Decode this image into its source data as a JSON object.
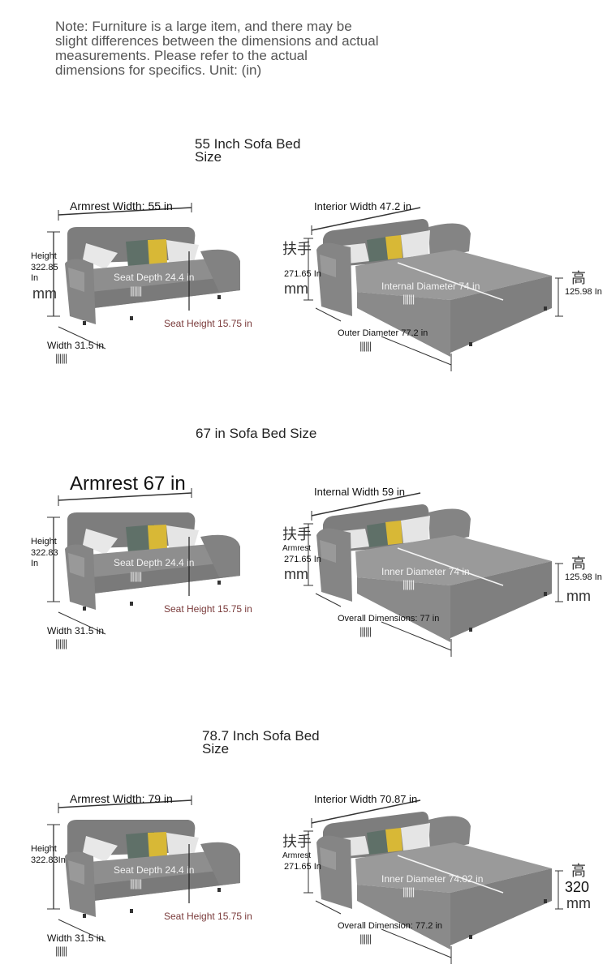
{
  "note": "Note: Furniture is a large item, and there may be slight differences between the dimensions and actual measurements. Please refer to the actual dimensions for specifics. Unit: (in)",
  "sections": [
    {
      "title": "55 Inch Sofa Bed Size",
      "armrest": "Armrest Width: 55 in",
      "height_label": "Height",
      "height_value": "322.85 In",
      "height_unit": "mm",
      "seat_depth": "Seat Depth 24.4 in",
      "seat_height": "Seat Height 15.75 in",
      "width": "Width 31.5 in",
      "interior_width": "Interior Width 47.2 in",
      "armrest_cjk": "扶手",
      "armrest_en": "",
      "armrest_height": "271.65 In",
      "armrest_unit": "mm",
      "inner": "Internal Diameter 74 in",
      "high_cjk": "高",
      "high_value": "125.98 In",
      "high_unit": "",
      "outer": "Outer Diameter 77.2 in"
    },
    {
      "title": "67 in Sofa Bed Size",
      "armrest": "Armrest 67 in",
      "height_label": "Height",
      "height_value": "322.83 In",
      "height_unit": "",
      "seat_depth": "Seat Depth 24.4 in",
      "seat_height": "Seat Height 15.75 in",
      "width": "Width 31.5 in",
      "interior_width": "Internal Width 59 in",
      "armrest_cjk": "扶手",
      "armrest_en": "Armrest",
      "armrest_height": "271.65 In",
      "armrest_unit": "mm",
      "inner": "Inner Diameter 74 in",
      "high_cjk": "高",
      "high_value": "125.98 In",
      "high_unit": "mm",
      "outer": "Overall Dimensions: 77 in"
    },
    {
      "title": "78.7 Inch Sofa Bed Size",
      "armrest": "Armrest Width: 79 in",
      "height_label": "Height",
      "height_value": "322.83In",
      "height_unit": "",
      "seat_depth": "Seat Depth 24.4 in",
      "seat_height": "Seat Height 15.75 in",
      "width": "Width 31.5 in",
      "interior_width": "Interior Width 70.87 in",
      "armrest_cjk": "扶手",
      "armrest_en": "Armrest",
      "armrest_height": "271.65 In",
      "armrest_unit": "",
      "inner": "Inner Diameter 74.02 in",
      "high_cjk": "高",
      "high_value": "320",
      "high_unit": "mm",
      "outer": "Overall Dimension: 77.2 in"
    }
  ]
}
